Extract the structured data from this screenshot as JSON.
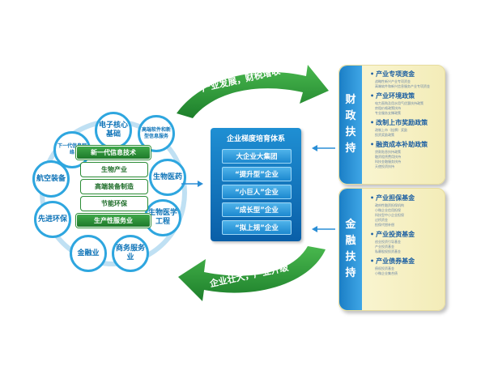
{
  "ring": {
    "nodes": [
      {
        "name": "ring-node-electronic-core",
        "label": "电子核心基础"
      },
      {
        "name": "ring-node-high-end-software",
        "label": "高端软件和新型信息服务"
      },
      {
        "name": "ring-node-next-gen-network",
        "label": "下一代信息网络"
      },
      {
        "name": "ring-node-aviation",
        "label": "航空装备"
      },
      {
        "name": "ring-node-bio-medicine",
        "label": "生物医药"
      },
      {
        "name": "ring-node-eco-protection",
        "label": "先进环保"
      },
      {
        "name": "ring-node-bio-medical-eng",
        "label": "生物医学工程"
      },
      {
        "name": "ring-node-finance",
        "label": "金融业"
      },
      {
        "name": "ring-node-business-service",
        "label": "商务服务业"
      }
    ],
    "industries": [
      "新一代信息技术",
      "生物产业",
      "高端装备制造",
      "节能环保",
      "生产性服务业"
    ]
  },
  "top_arrow": {
    "label": "产业发展，财税增收"
  },
  "bottom_arrow": {
    "label": "企业壮大，产业升级"
  },
  "system": {
    "title": "企业梯度培育体系",
    "items": [
      "大企业大集团",
      "“提升型”企业",
      "“小巨人”企业",
      "“成长型”企业",
      "“拟上规”企业"
    ]
  },
  "fiscal_panel": {
    "strip": "财政扶持",
    "sections": [
      {
        "title": "产业专项资金",
        "lines": [
          "战略性新兴产业专项资金",
          "高端软件和新兴信息服务产业专项资金"
        ]
      },
      {
        "title": "产业环境政策",
        "lines": [
          "电力直购及用水用气优惠扶持政策",
          "房租价格政策扶持",
          "专业服务支撑政策"
        ]
      },
      {
        "title": "改制上市奖励政策",
        "lines": [
          "改制上市（挂牌）奖励",
          "投资奖励政策"
        ]
      },
      {
        "title": "融资成本补助政策",
        "lines": [
          "贷款贴息扶持政策",
          "融资租赁费用扶持",
          "科技金融服务扶持",
          "天使投资扶持"
        ]
      }
    ]
  },
  "finance_panel": {
    "strip": "金融扶持",
    "sections": [
      {
        "title": "产业担保基金",
        "lines": [
          "政府性融资担保机构",
          "小微企业信用担保",
          "科技型中小企业担保",
          "过桥资金",
          "担保代偿补偿"
        ]
      },
      {
        "title": "产业投资基金",
        "lines": [
          "创业投资引导基金",
          "产业投资基金",
          "私募股权投资基金"
        ]
      },
      {
        "title": "产业债券基金",
        "lines": [
          "债权投资基金",
          "小微企业集合债"
        ]
      }
    ]
  },
  "colors": {
    "green": "#2a9a3b",
    "blue": "#0f74b8",
    "panel": "#f6efbf"
  }
}
